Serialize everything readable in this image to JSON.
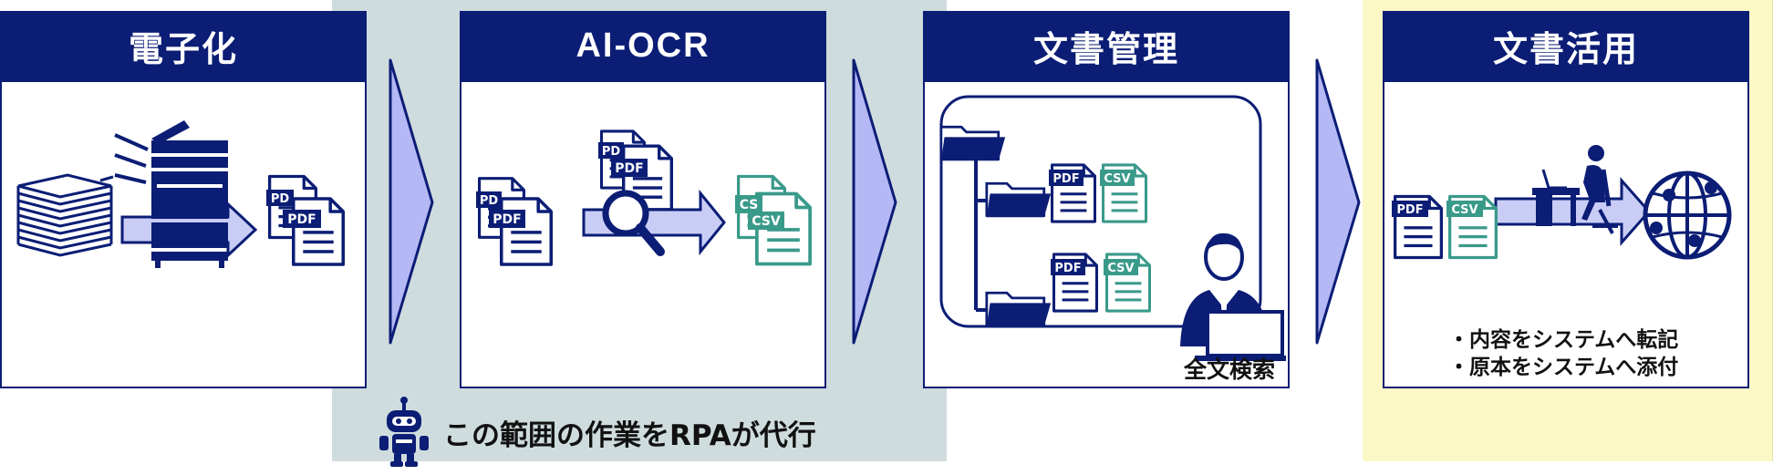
{
  "stages": [
    {
      "title": "電子化"
    },
    {
      "title": "AI-OCR"
    },
    {
      "title": "文書管理"
    },
    {
      "title": "文書活用"
    }
  ],
  "file_labels": {
    "pdf": "PDF",
    "csv": "CSV",
    "pd": "PD",
    "cs": "CS"
  },
  "search_label": "全文検索",
  "usage_notes": [
    "・内容をシステムへ転記",
    "・原本をシステムへ添付"
  ],
  "rpa_label": "この範囲の作業をRPAが代行",
  "colors": {
    "navy": "#0b1d75",
    "teal": "#3a9a8a",
    "arrow_fill": "#b4b8f4",
    "rpa_bg": "#cfdcdd",
    "use_bg": "#fcf8c6"
  },
  "icons": [
    "paper-stack-icon",
    "copier-icon",
    "document-icon",
    "magnifier-icon",
    "folder-icon",
    "person-icon",
    "laptop-icon",
    "desk-worker-icon",
    "globe-icon",
    "robot-icon"
  ]
}
